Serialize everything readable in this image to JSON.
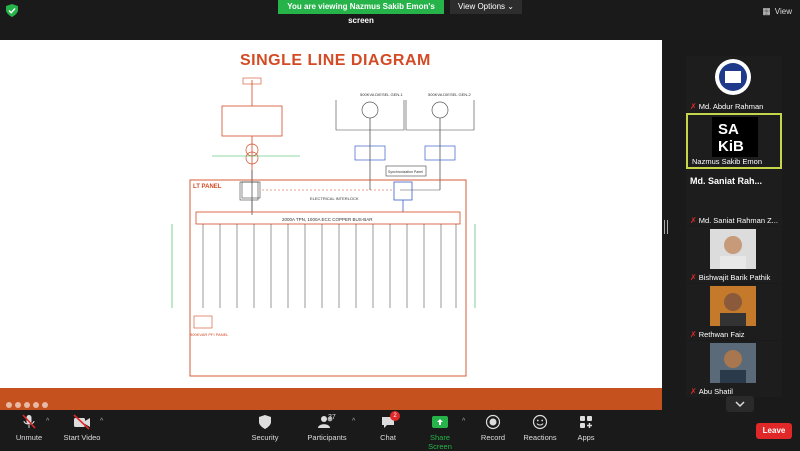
{
  "top": {
    "banner": "You are viewing Nazmus Sakib Emon's screen",
    "view_options": "View Options",
    "view_label": "View"
  },
  "slide": {
    "title": "SINGLE LINE DIAGRAM",
    "lt_panel": "LT PANEL",
    "busbar": "2000A TPN, 1000A ECC COPPER BUS-BAR",
    "interlock": "ELECTRICAL INTERLOCK",
    "sync_panel": "Synchronization Panel",
    "pfi_panel": "900KVAR PFI PANEL",
    "generators": [
      "500KVA DIESEL GEN-1",
      "500KVA DIESEL GEN-2"
    ]
  },
  "participants": [
    {
      "name": "Md. Abdur Rahman",
      "muted": true
    },
    {
      "name": "Nazmus Sakib Emon",
      "muted": false,
      "active": true
    },
    {
      "name": "Md. Saniat Rahman Z...",
      "display": "Md. Saniat Rah...",
      "muted": true
    },
    {
      "name": "Bishwajit Barik Pathik",
      "muted": true
    },
    {
      "name": "Rethwan Faiz",
      "muted": true
    },
    {
      "name": "Abu Shatil",
      "muted": true
    }
  ],
  "toolbar": {
    "unmute": "Unmute",
    "start_video": "Start Video",
    "security": "Security",
    "participants": "Participants",
    "participants_count": "37",
    "chat": "Chat",
    "chat_badge": "2",
    "share_screen": "Share Screen",
    "record": "Record",
    "reactions": "Reactions",
    "apps": "Apps",
    "leave": "Leave"
  },
  "colors": {
    "banner_green": "#26b34a",
    "leave_red": "#e02828",
    "slide_title": "#d34a24",
    "slide_footer": "#c5511e",
    "active_border": "#c5d64a"
  }
}
